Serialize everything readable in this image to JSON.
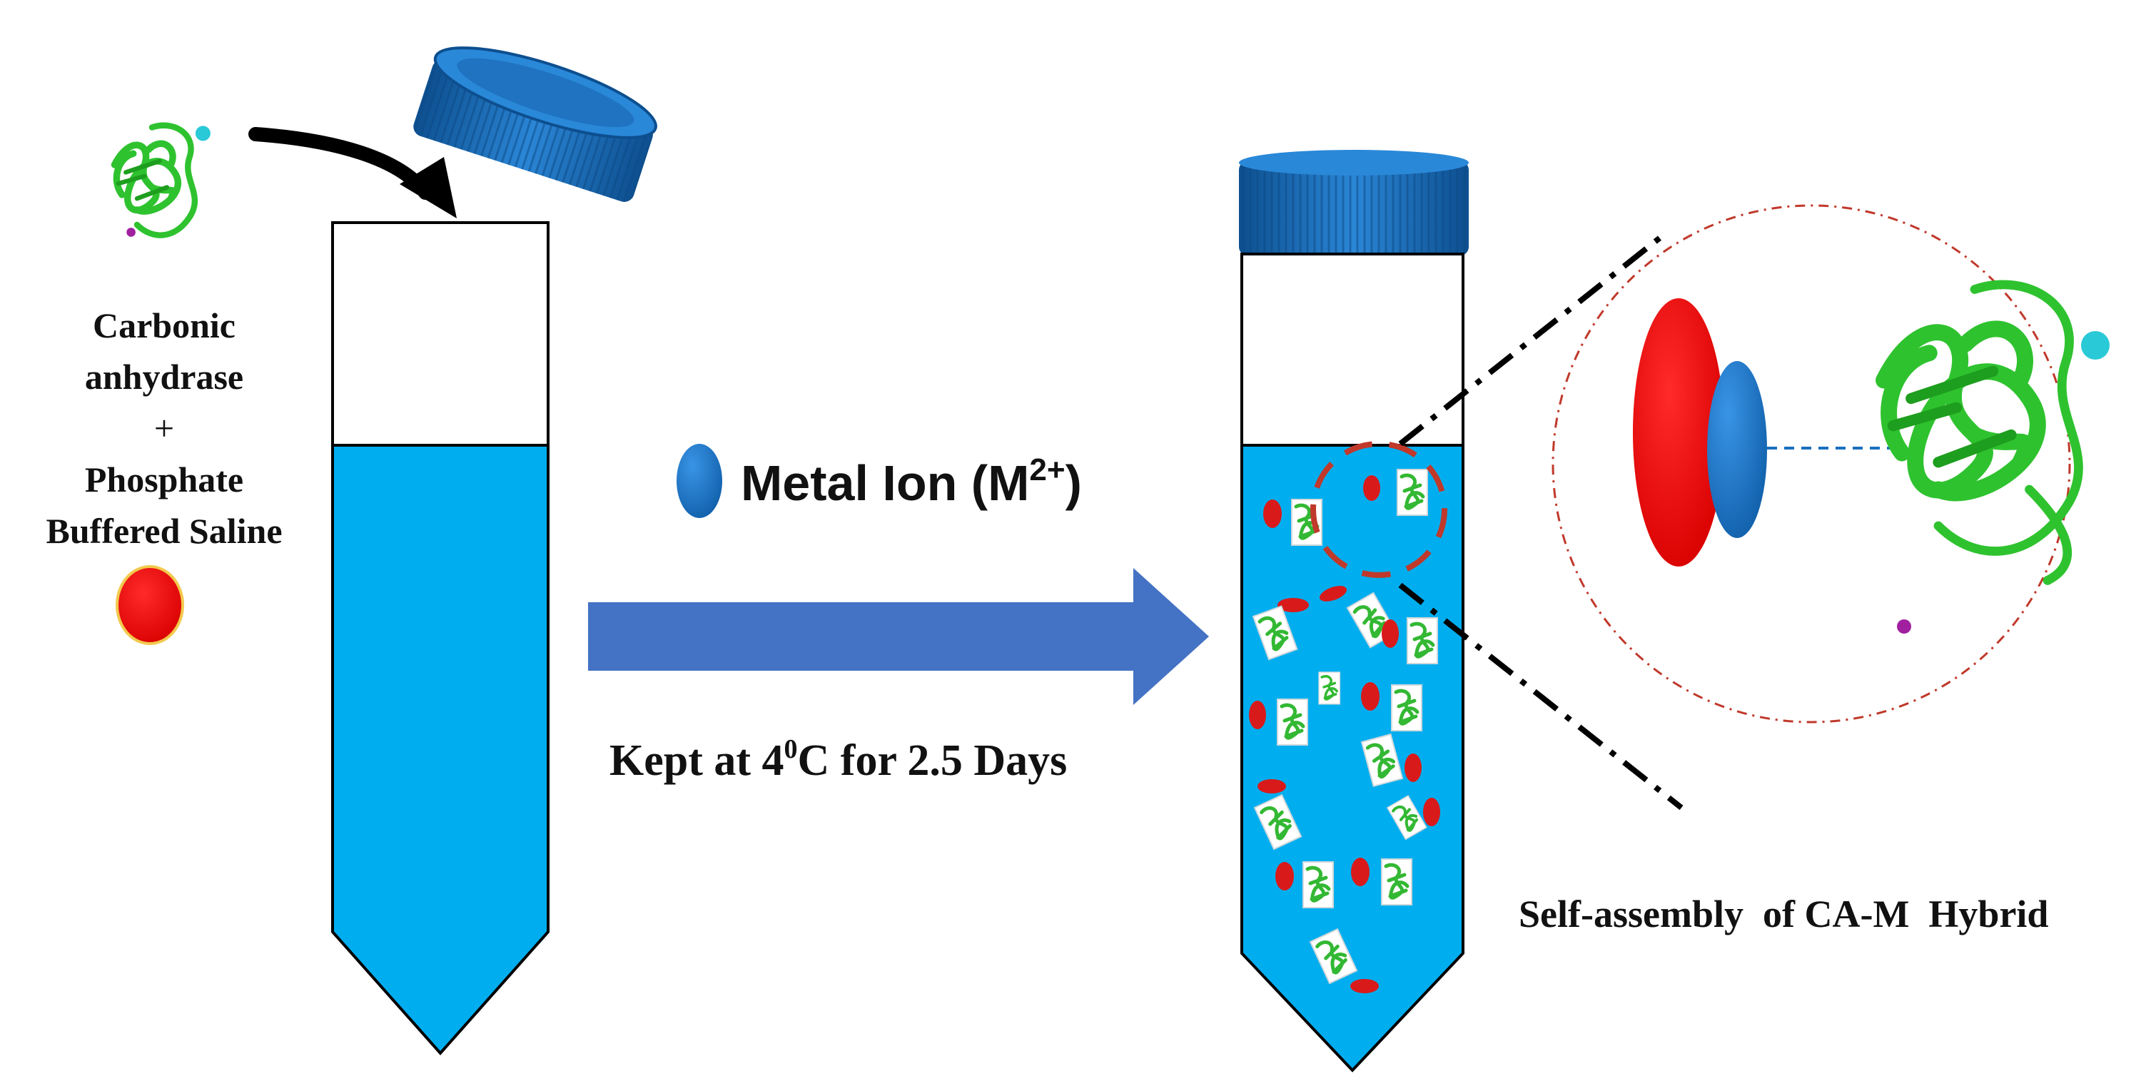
{
  "labels": {
    "enzyme_line1": "Carbonic",
    "enzyme_line2": "anhydrase",
    "plus": "+",
    "buffer_line1": "Phosphate",
    "buffer_line2": "Buffered Saline",
    "metal_ion_text": "Metal Ion (M",
    "metal_ion_charge": "2+",
    "metal_ion_close": ")",
    "condition_prefix": "Kept at 4",
    "condition_degree": "0",
    "condition_suffix": "C for 2.5 Days",
    "hybrid_caption": "Self-assembly  of CA-M  Hybrid"
  },
  "colors": {
    "tube_liquid": "#00aeef",
    "cap_blue": "#1e6fb8",
    "flow_arrow": "#4472c4",
    "phosphate_red": "#e60000",
    "metal_ion_blue": "#1a6fbd",
    "protein_green": "#33cc33",
    "zoom_circle": "#c0392b"
  },
  "icons": [
    "protein-structure-icon",
    "phosphate-particle-icon",
    "metal-ion-icon",
    "tube-cap-icon",
    "hybrid-particle-icon"
  ]
}
